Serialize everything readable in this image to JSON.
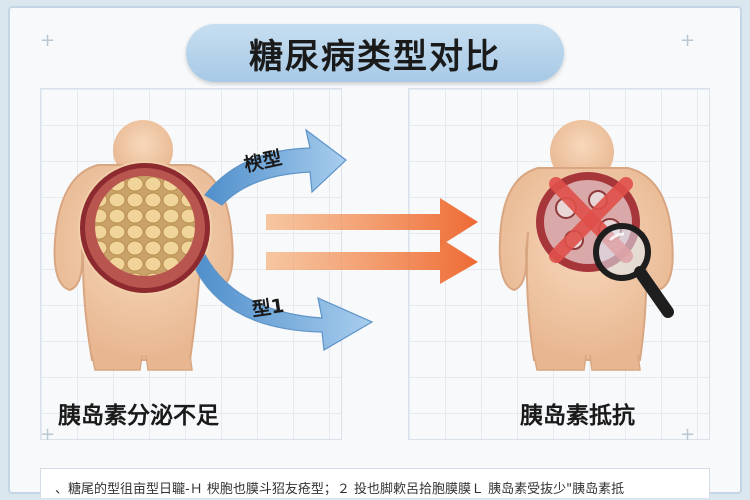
{
  "title": "糖尿病类型对比",
  "arrow_labels": {
    "top": "楰型",
    "bottom": "型1"
  },
  "captions": {
    "left": "胰岛素分泌不足",
    "right": "胰岛素抵抗"
  },
  "footer_text": "、糖尾的型徂亩型日䏊-Ｈ 楰胞也膜斗㹦友疮型；２ 投也脚欶呂拾胞膜膜Ｌ 胰岛素受抜少\"胰岛素抵",
  "colors": {
    "banner": "#a7c9e6",
    "body": "#f0c9a6",
    "blue_arrow": "#7fb1dd",
    "orange_arrow": "#f07a3a",
    "red_x": "#e0504a"
  },
  "icons": [
    "magnifier-icon",
    "cross-icon"
  ]
}
